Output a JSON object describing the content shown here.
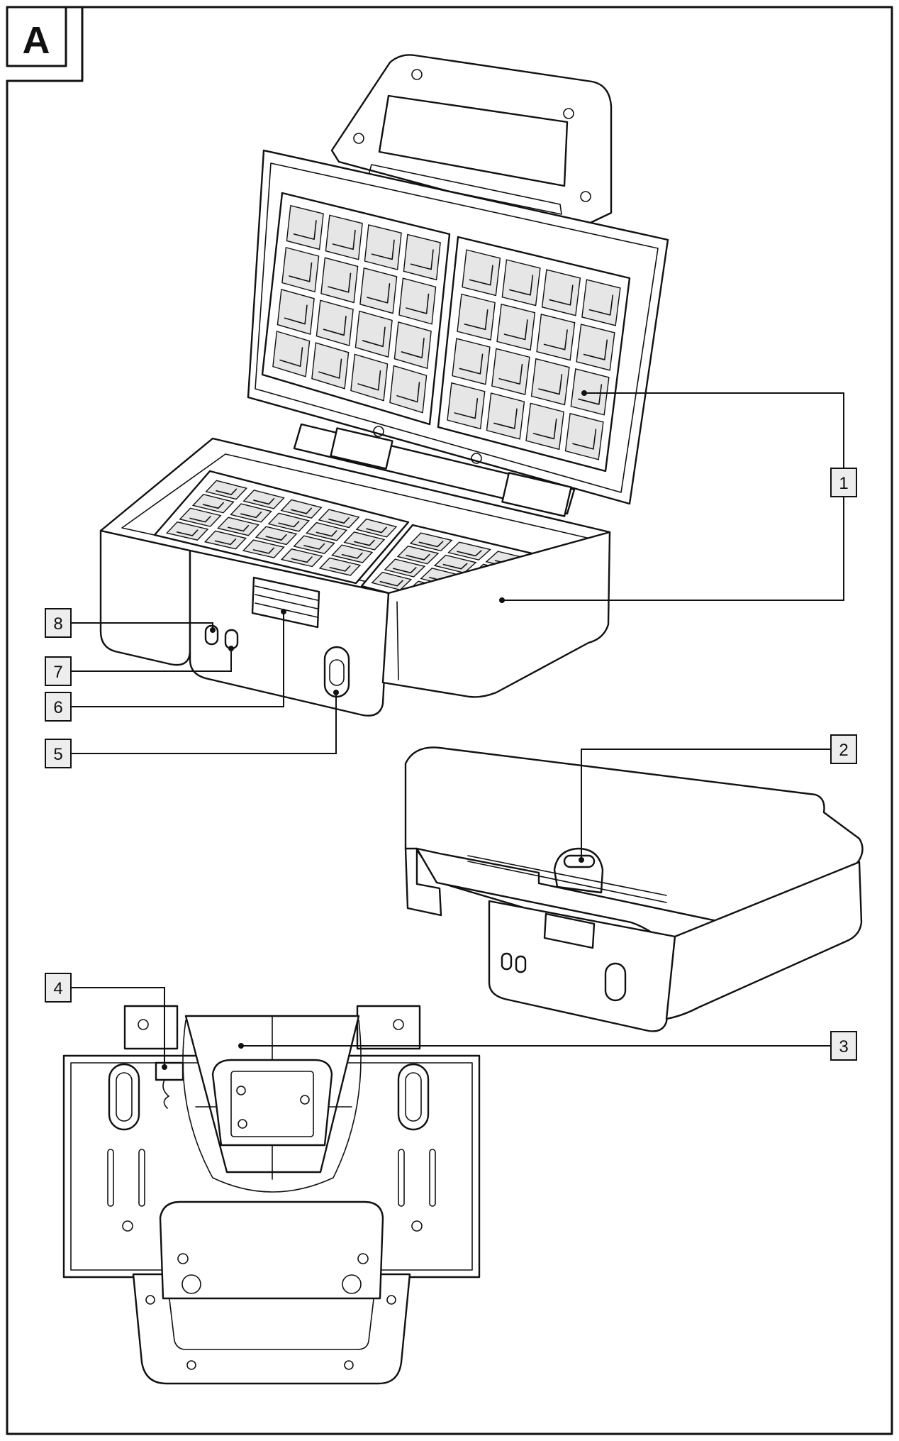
{
  "figure_label": "A",
  "callouts": {
    "c1": "1",
    "c2": "2",
    "c3": "3",
    "c4": "4",
    "c5": "5",
    "c6": "6",
    "c7": "7",
    "c8": "8"
  },
  "colors": {
    "line": "#111111",
    "callout_fill": "#ededed",
    "background": "#ffffff"
  }
}
